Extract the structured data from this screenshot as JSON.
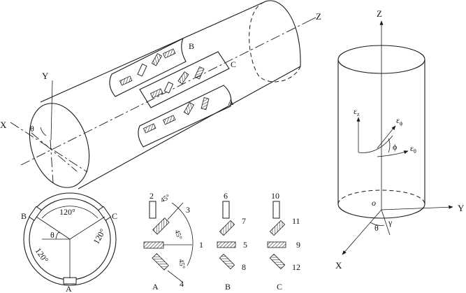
{
  "cylinder_view": {
    "axis_x": "X",
    "axis_y": "Y",
    "axis_z": "Z",
    "angle": "θ",
    "strip_a": "A",
    "strip_b": "B",
    "strip_c": "C"
  },
  "section_view": {
    "label_a": "A",
    "label_b": "B",
    "label_c": "C",
    "angle_top": "120°",
    "angle_left": "120°",
    "angle_right": "120°",
    "theta": "θ"
  },
  "rosettes": {
    "group_a": {
      "label": "A",
      "gauges": [
        "1",
        "2",
        "3",
        "4"
      ],
      "angle_1": "45°",
      "angle_2": "45°",
      "angle_3": "45°"
    },
    "group_b": {
      "label": "B",
      "gauges": [
        "5",
        "6",
        "7",
        "8"
      ]
    },
    "group_c": {
      "label": "C",
      "gauges": [
        "9",
        "10",
        "11",
        "12"
      ]
    }
  },
  "coord_view": {
    "axis_z": "Z",
    "axis_y": "Y",
    "axis_x": "X",
    "origin": "o",
    "eps_z": "ε",
    "eps_z_sub": "z",
    "eps_phi": "ε",
    "eps_phi_sub": "ϕ",
    "eps_theta": "ε",
    "eps_theta_sub": "θ",
    "phi": "ϕ",
    "theta": "θ",
    "gamma": "γ"
  }
}
